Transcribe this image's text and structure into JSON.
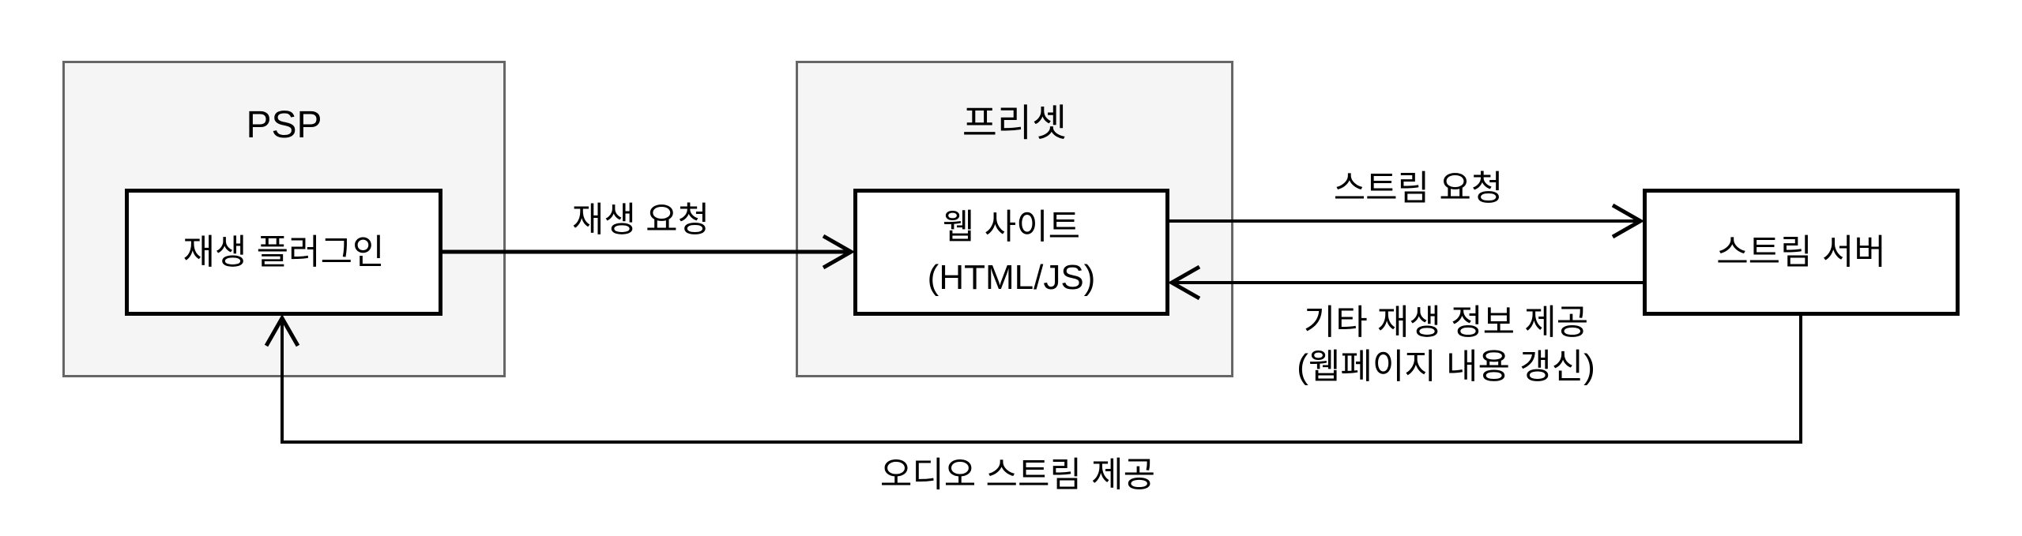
{
  "diagram": {
    "background": "#ffffff",
    "colors": {
      "container_fill": "#f5f5f5",
      "container_border": "#666666",
      "node_fill": "#ffffff",
      "node_border": "#000000",
      "arrow": "#000000",
      "text": "#000000"
    },
    "containers": [
      {
        "id": "psp",
        "label": "PSP"
      },
      {
        "id": "preset",
        "label": "프리셋"
      }
    ],
    "nodes": [
      {
        "id": "playback-plugin",
        "label": "재생 플러그인"
      },
      {
        "id": "web-site",
        "label_line1": "웹 사이트",
        "label_line2": "(HTML/JS)"
      },
      {
        "id": "stream-server",
        "label": "스트림 서버"
      }
    ],
    "arrows": [
      {
        "id": "play-request",
        "from": "playback-plugin",
        "to": "web-site",
        "label": "재생 요청"
      },
      {
        "id": "stream-request",
        "from": "web-site",
        "to": "stream-server",
        "label": "스트림 요청"
      },
      {
        "id": "playback-info",
        "from": "stream-server",
        "to": "web-site",
        "label_line1": "기타 재생 정보 제공",
        "label_line2": "(웹페이지 내용 갱신)"
      },
      {
        "id": "audio-stream",
        "from": "stream-server",
        "to": "playback-plugin",
        "label": "오디오 스트림 제공"
      }
    ]
  }
}
